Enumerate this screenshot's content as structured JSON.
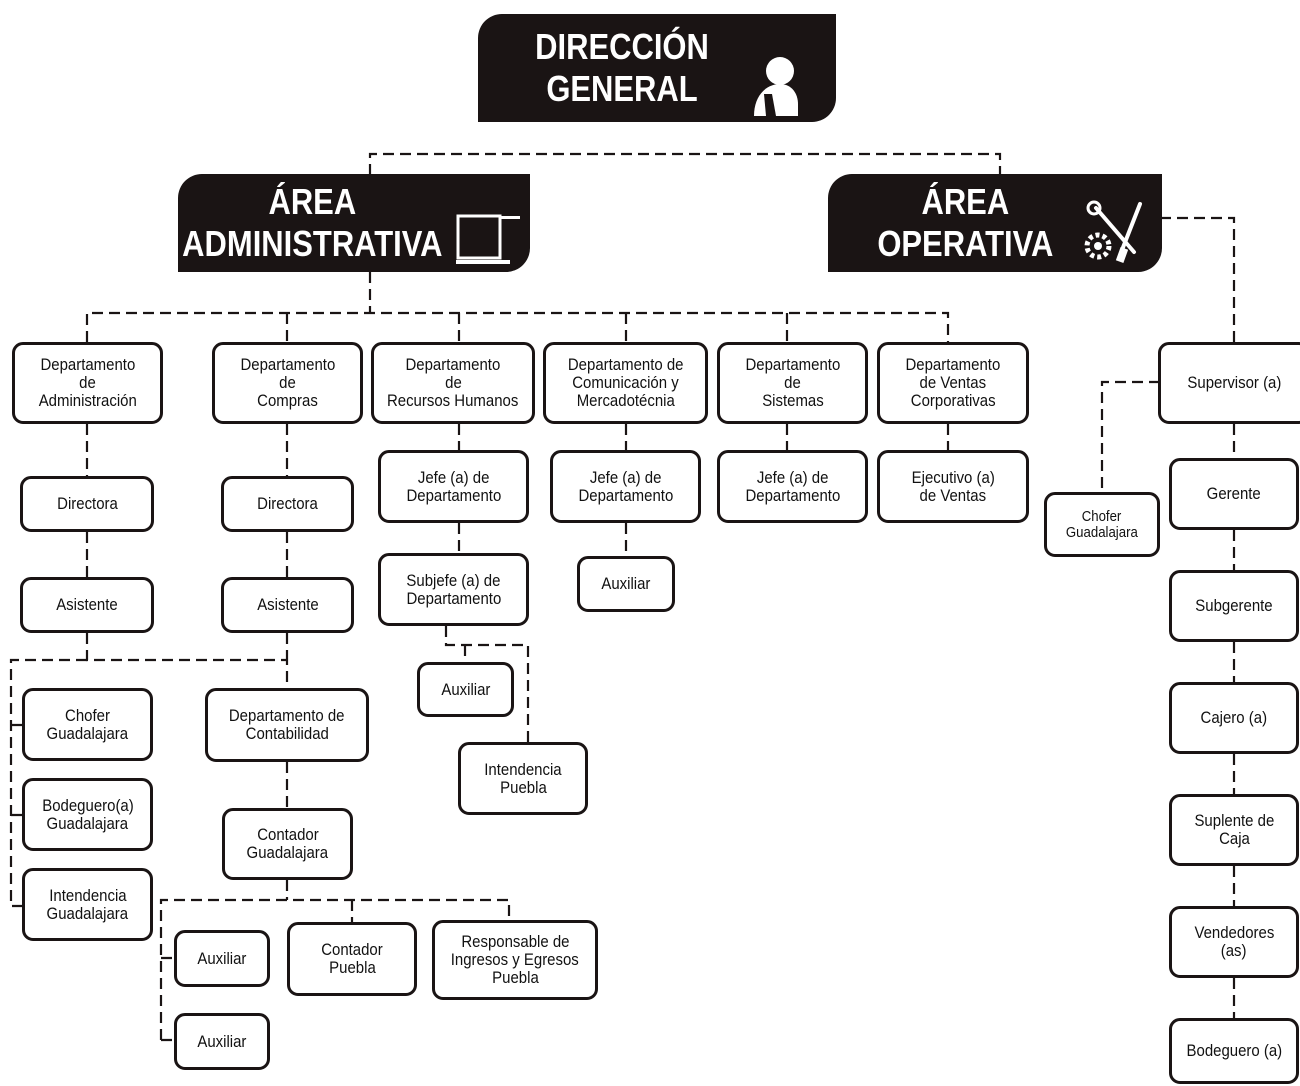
{
  "direccion": {
    "title_lines": [
      "DIRECCIÓN",
      "GENERAL"
    ],
    "icon": "person-icon"
  },
  "area_admin": {
    "title_lines": [
      "ÁREA",
      "ADMINISTRATIVA"
    ],
    "icon": "laptop-icon"
  },
  "area_oper": {
    "title_lines": [
      "ÁREA",
      "OPERATIVA"
    ],
    "icon": "tools-gear-icon"
  },
  "boxes": {
    "dept_admin": [
      "Departamento",
      "de",
      "Administración"
    ],
    "dept_compras": [
      "Departamento",
      "de",
      "Compras"
    ],
    "dept_rrhh": [
      "Departamento",
      "de",
      "Recursos Humanos"
    ],
    "dept_comunicacion": [
      "Departamento de",
      "Comunicación y",
      "Mercadotécnia"
    ],
    "dept_sistemas": [
      "Departamento",
      "de",
      "Sistemas"
    ],
    "dept_ventas": [
      "Departamento",
      "de Ventas",
      "Corporativas"
    ],
    "directora_admin": [
      "Directora"
    ],
    "directora_compras": [
      "Directora"
    ],
    "asistente_admin": [
      "Asistente"
    ],
    "asistente_compras": [
      "Asistente"
    ],
    "jefe_rrhh": [
      "Jefe (a) de",
      "Departamento"
    ],
    "jefe_comunicacion": [
      "Jefe (a) de",
      "Departamento"
    ],
    "jefe_sistemas": [
      "Jefe (a) de",
      "Departamento"
    ],
    "ejecutivo_ventas": [
      "Ejecutivo (a)",
      "de Ventas"
    ],
    "subjefe_rrhh": [
      "Subjefe (a) de",
      "Departamento"
    ],
    "auxiliar_comunicacion": [
      "Auxiliar"
    ],
    "auxiliar_rrhh": [
      "Auxiliar"
    ],
    "intendencia_puebla": [
      "Intendencia",
      "Puebla"
    ],
    "chofer_gdl_admin": [
      "Chofer",
      "Guadalajara"
    ],
    "bodeguero_gdl": [
      "Bodeguero(a)",
      "Guadalajara"
    ],
    "intendencia_gdl": [
      "Intendencia",
      "Guadalajara"
    ],
    "dept_contabilidad": [
      "Departamento de",
      "Contabilidad"
    ],
    "contador_gdl": [
      "Contador",
      "Guadalajara"
    ],
    "auxiliar_cont_1": [
      "Auxiliar"
    ],
    "auxiliar_cont_2": [
      "Auxiliar"
    ],
    "contador_puebla": [
      "Contador",
      "Puebla"
    ],
    "responsable_ingresos": [
      "Responsable de",
      "Ingresos y Egresos",
      "Puebla"
    ],
    "supervisor": [
      "Supervisor (a)"
    ],
    "chofer_gdl_oper": [
      "Chofer",
      "Guadalajara"
    ],
    "gerente": [
      "Gerente"
    ],
    "subgerente": [
      "Subgerente"
    ],
    "cajero": [
      "Cajero (a)"
    ],
    "suplente_caja": [
      "Suplente de",
      "Caja"
    ],
    "vendedores": [
      "Vendedores",
      "(as)"
    ],
    "bodeguero_oper": [
      "Bodeguero (a)"
    ]
  }
}
